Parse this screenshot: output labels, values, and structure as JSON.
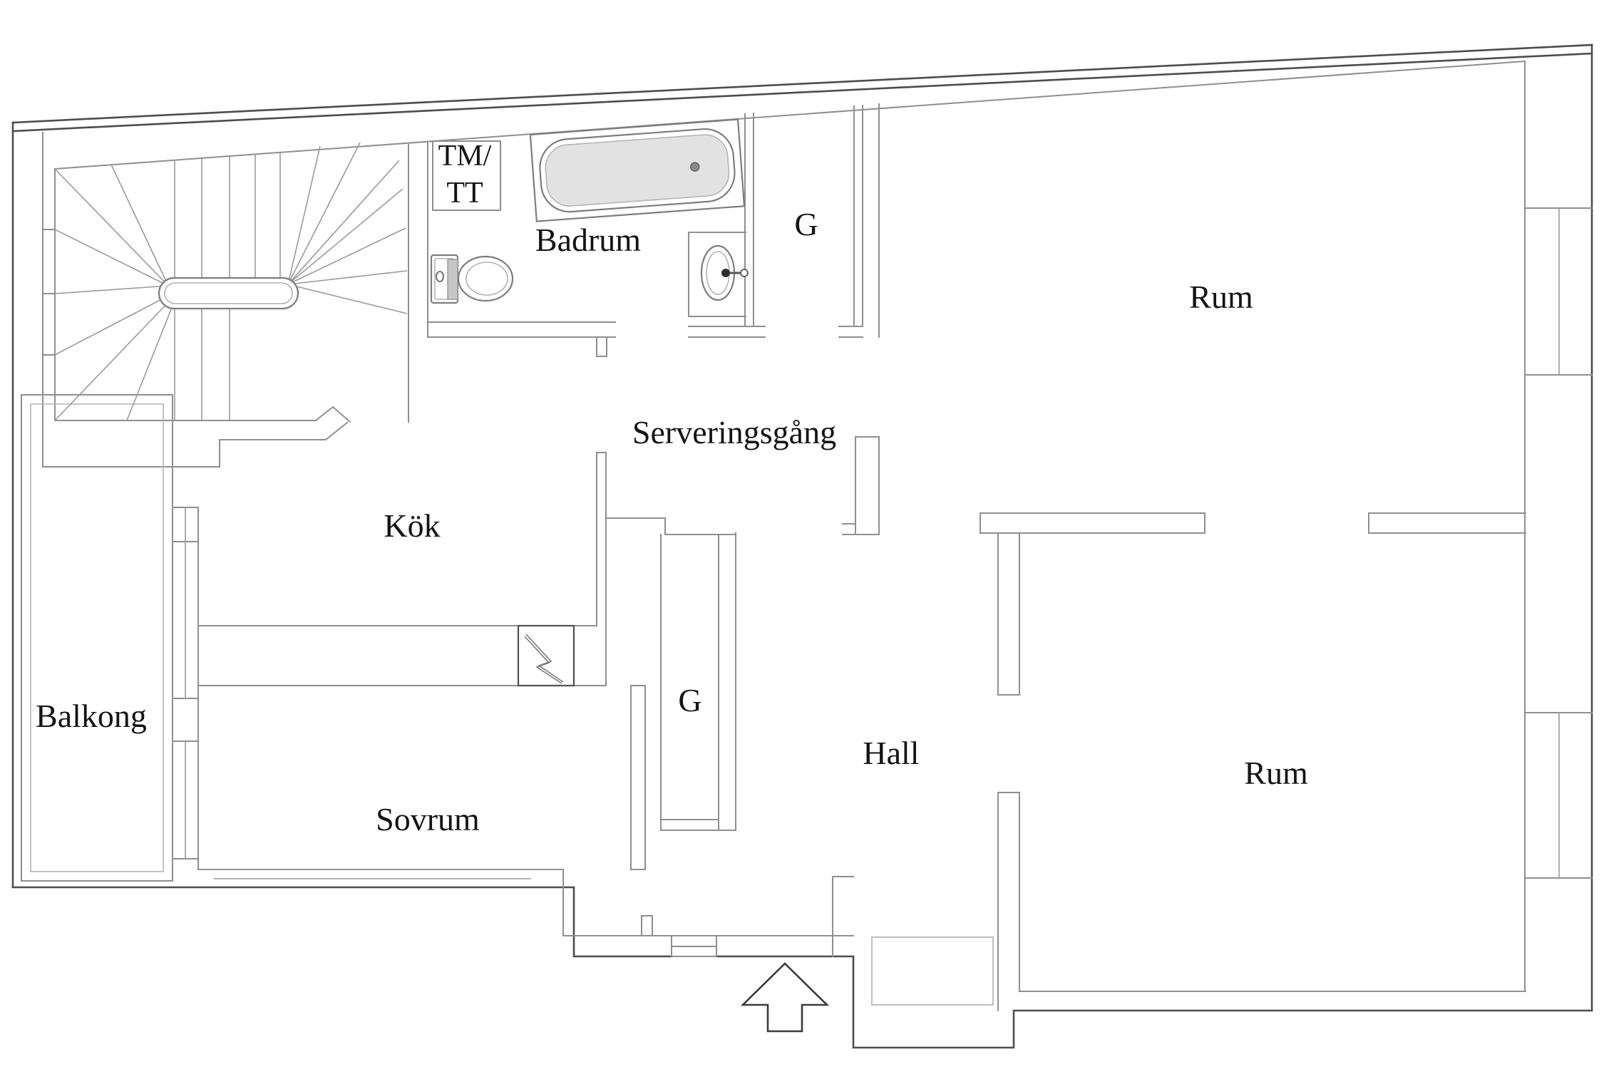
{
  "plan": {
    "type": "apartment-floor-plan",
    "language": "Swedish",
    "labels": {
      "badrum": "Badrum",
      "tm_tt_line1": "TM/",
      "tm_tt_line2": "TT",
      "g_top": "G",
      "g_mid": "G",
      "rum_top": "Rum",
      "rum_bottom": "Rum",
      "serveringsgang": "Serveringsgång",
      "kok": "Kök",
      "balkong": "Balkong",
      "hall": "Hall",
      "sovrum": "Sovrum"
    },
    "fixtures": [
      "staircase-winder-with-oval-newel",
      "bathtub",
      "toilet",
      "washbasin",
      "electrical-panel-symbol",
      "entrance-arrow",
      "entry-landing"
    ],
    "colors": {
      "background": "#ffffff",
      "exterior_wall": "#4d4d4d",
      "interior_wall": "#8f8f8f",
      "fixture_stroke": "#7d7d7d",
      "tub_shading": "#e2e2e2",
      "text": "#141414"
    }
  }
}
